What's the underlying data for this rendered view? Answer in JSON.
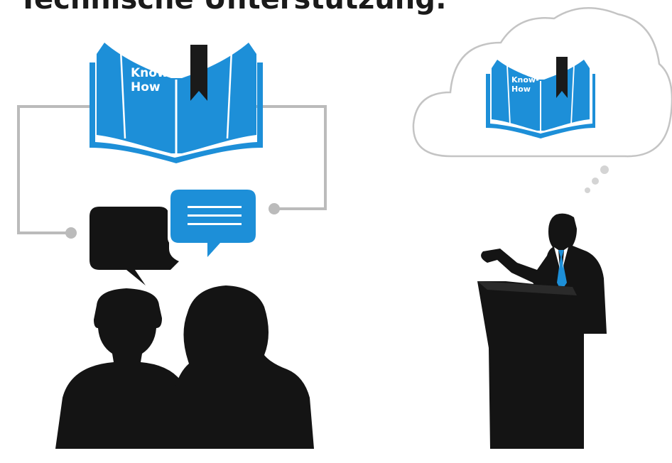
{
  "heading": "Technische Unterstützung:",
  "book_label_line1": "Know-",
  "book_label_line2": "How",
  "cloud_book_label_line1": "Know-",
  "cloud_book_label_line2": "How",
  "colors": {
    "blue": "#1d8fd8",
    "dark": "#111111",
    "connector": "#bbbbbb",
    "cloud_outline": "#c4c4c4"
  },
  "icons": [
    "book-icon",
    "bookmark-icon",
    "speech-bubble-icon",
    "chat-bubble-icon",
    "people-icon",
    "cloud-icon",
    "thought-dots-icon",
    "speaker-icon",
    "podium-icon",
    "tie-icon"
  ]
}
